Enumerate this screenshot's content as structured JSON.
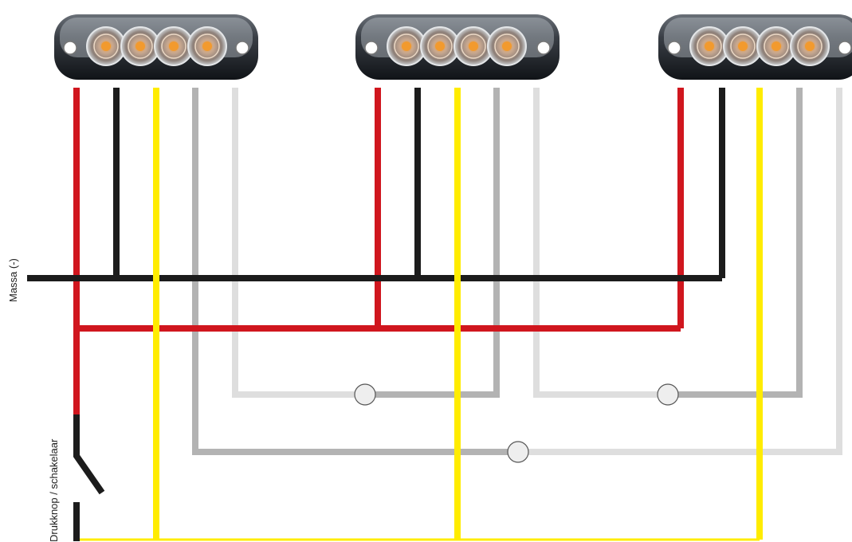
{
  "labels": {
    "ground": "Massa (-)",
    "switch": "Drukknop / schakelaar"
  },
  "colors": {
    "background": "#ffffff",
    "red": "#d0161e",
    "black": "#1c1c1c",
    "yellow": "#ffec00",
    "gray": "#b3b3b3",
    "light_gray": "#dedede",
    "connector": "#eeeeee"
  },
  "components": [
    {
      "type": "led-flitser",
      "count": 3
    },
    {
      "type": "wire-connector",
      "count": 3
    },
    {
      "type": "push-button-switch",
      "count": 1
    }
  ]
}
